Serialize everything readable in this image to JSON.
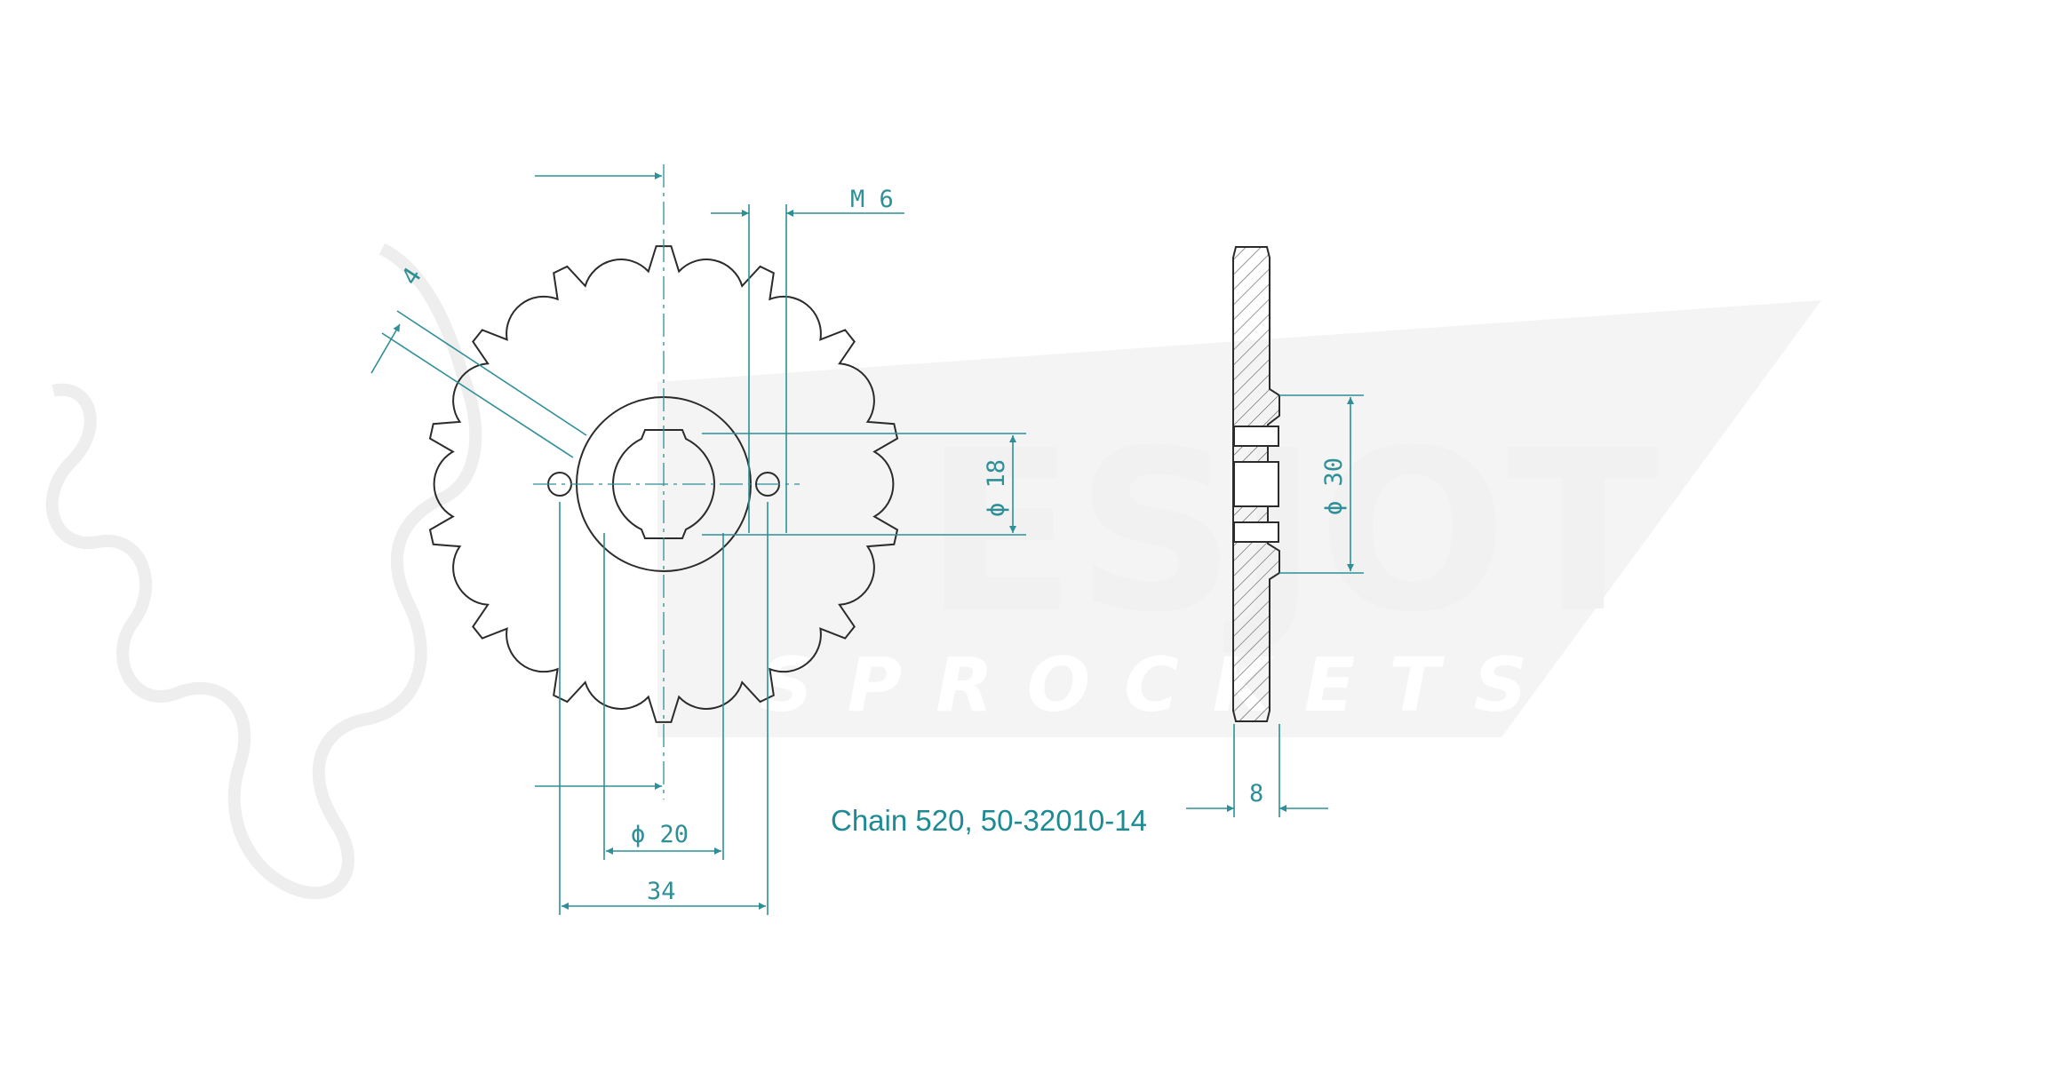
{
  "watermark": {
    "brand": "ESJOT",
    "tagline": "SPROCKETS"
  },
  "dimensions": {
    "pitch_offset": "4",
    "bolt_thread": "M 6",
    "bore_diameter": "ϕ 18",
    "hub_diameter": "ϕ 20",
    "bolt_spacing": "34",
    "boss_diameter": "ϕ 30",
    "thickness": "8"
  },
  "caption": "Chain 520, 50-32010-14",
  "colors": {
    "dimension": "#2f8f97",
    "outline": "#2b2b2b",
    "watermark": "#ececec"
  },
  "teeth": 14
}
